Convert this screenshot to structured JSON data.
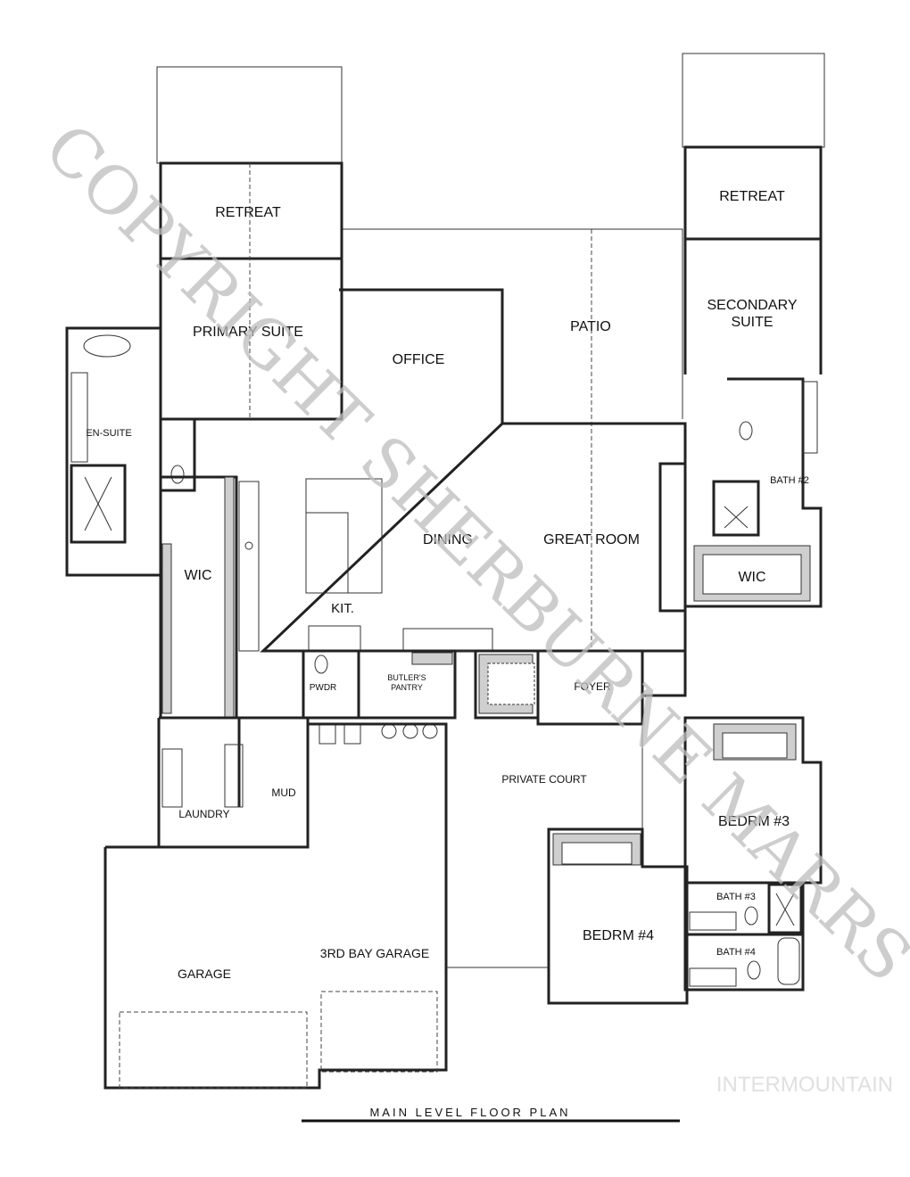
{
  "plan": {
    "title": "MAIN LEVEL FLOOR PLAN",
    "rooms": {
      "retreat_left": "RETREAT",
      "retreat_right": "RETREAT",
      "primary_suite": "PRIMARY SUITE",
      "office": "OFFICE",
      "patio": "PATIO",
      "secondary_suite_1": "SECONDARY",
      "secondary_suite_2": "SUITE",
      "en_suite": "EN-SUITE",
      "bath2": "BATH #2",
      "wic_left": "WIC",
      "wic_right": "WIC",
      "dining": "DINING",
      "great_room": "GREAT ROOM",
      "kitchen": "KIT.",
      "powder": "PWDR",
      "butlers_pantry_1": "BUTLER'S",
      "butlers_pantry_2": "PANTRY",
      "foyer": "FOYER",
      "private_court": "PRIVATE COURT",
      "mud": "MUD",
      "laundry": "LAUNDRY",
      "bedroom3": "BEDRM #3",
      "bath3": "BATH #3",
      "bath4": "BATH #4",
      "bedroom4": "BEDRM #4",
      "garage": "GARAGE",
      "third_bay": "3RD BAY GARAGE"
    }
  },
  "watermark": {
    "copyright": "COPYRIGHT SHERBURNE MARRS",
    "brand": "INTERMOUNTAIN"
  },
  "colors": {
    "wall": "#222222",
    "watermark": "#bdbdbd"
  }
}
